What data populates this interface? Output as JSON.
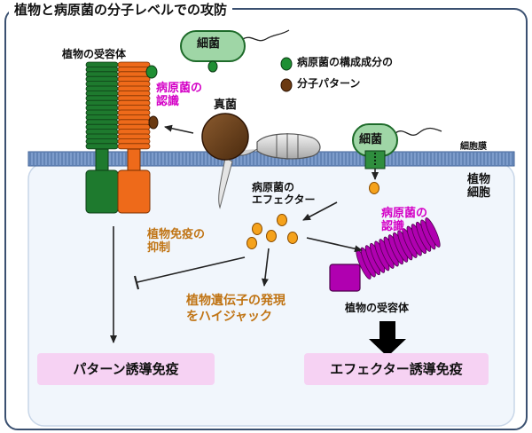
{
  "title": "植物と病原菌の分子レベルでの攻防",
  "labels": {
    "plant_receptor_top": "植物の受容体",
    "bacterium_top": "細菌",
    "legend_green": "病原菌の構成成分の",
    "legend_brown": "分子パターン",
    "recognition_left_1": "病原菌の",
    "recognition_left_2": "認識",
    "fungus": "真菌",
    "bacterium_membrane": "細菌",
    "cell_membrane": "細胞膜",
    "plant_cell_1": "植物",
    "plant_cell_2": "細胞",
    "effector_1": "病原菌の",
    "effector_2": "エフェクター",
    "suppression_1": "植物免疫の",
    "suppression_2": "抑制",
    "recognition_right_1": "病原菌の",
    "recognition_right_2": "認識",
    "hijack_1": "植物遺伝子の発現",
    "hijack_2": "をハイジャック",
    "plant_receptor_bottom": "植物の受容体",
    "pti": "パターン誘導免疫",
    "eti": "エフェクター誘導免疫"
  },
  "colors": {
    "receptor_green": "#1e7a2e",
    "receptor_orange": "#ee6a1a",
    "pattern_green": "#1f8f33",
    "pattern_brown": "#6b3a12",
    "effector": "#f5a21c",
    "membrane": "#6a8fbf",
    "receptor_magenta": "#b000b0",
    "label_magenta": "#d400c6",
    "label_orange": "#c07414",
    "box_pink": "#f6d2f3"
  }
}
